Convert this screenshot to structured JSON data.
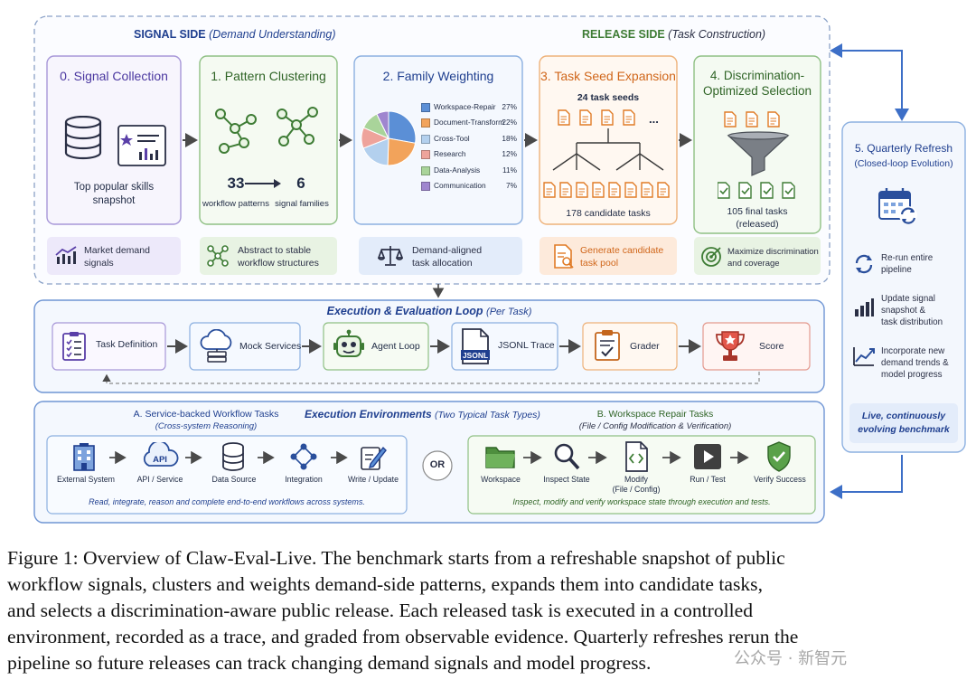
{
  "signal_side": {
    "title": "SIGNAL SIDE",
    "subtitle": "(Demand Understanding)"
  },
  "release_side": {
    "title": "RELEASE SIDE",
    "subtitle": "(Task Construction)"
  },
  "stage0": {
    "title": "0. Signal Collection",
    "caption": [
      "Top popular skills",
      "snapshot"
    ],
    "footer": [
      "Market demand",
      "signals"
    ]
  },
  "stage1": {
    "title": "1. Pattern Clustering",
    "count_a": "33",
    "count_a_label": "workflow patterns",
    "count_b": "6",
    "count_b_label": "signal families",
    "footer": [
      "Abstract to stable",
      "workflow structures"
    ]
  },
  "stage2": {
    "title": "2. Family Weighting",
    "families": [
      {
        "name": "Workspace-Repair",
        "pct": "27%",
        "value": 27,
        "color": "#5b8fd6"
      },
      {
        "name": "Document-Transform",
        "pct": "22%",
        "value": 22,
        "color": "#f2a35b"
      },
      {
        "name": "Cross-Tool",
        "pct": "18%",
        "value": 18,
        "color": "#b3d0ee"
      },
      {
        "name": "Research",
        "pct": "12%",
        "value": 12,
        "color": "#eea39b"
      },
      {
        "name": "Data-Analysis",
        "pct": "11%",
        "value": 11,
        "color": "#a9d49a"
      },
      {
        "name": "Communication",
        "pct": "7%",
        "value": 7,
        "color": "#9f86cf"
      }
    ],
    "footer": [
      "Demand-aligned",
      "task allocation"
    ]
  },
  "stage3": {
    "title": "3. Task Seed Expansion",
    "seeds": "24 task seeds",
    "ellipsis": "...",
    "candidates": "178 candidate tasks",
    "footer": [
      "Generate candidate",
      "task pool"
    ]
  },
  "stage4": {
    "title": [
      "4. Discrimination-",
      "Optimized Selection"
    ],
    "final": [
      "105 final tasks",
      "(released)"
    ],
    "footer": [
      "Maximize discrimination",
      "and coverage"
    ]
  },
  "stage5": {
    "title": [
      "5. Quarterly Refresh",
      "(Closed-loop Evolution)"
    ],
    "items": [
      {
        "icon": "refresh-icon",
        "text": [
          "Re-run entire",
          "pipeline"
        ]
      },
      {
        "icon": "bar-chart-icon",
        "text": [
          "Update signal",
          "snapshot &",
          "task distribution"
        ]
      },
      {
        "icon": "trend-line-icon",
        "text": [
          "Incorporate new",
          "demand trends &",
          "model progress"
        ]
      }
    ],
    "footer": [
      "Live, continuously",
      "evolving benchmark"
    ]
  },
  "exec_loop": {
    "title": "Execution & Evaluation Loop",
    "subtitle": "(Per Task)",
    "steps": [
      {
        "label": "Task Definition",
        "icon": "checklist-icon"
      },
      {
        "label": "Mock Services",
        "icon": "cloud-server-icon"
      },
      {
        "label": "Agent Loop",
        "icon": "robot-icon"
      },
      {
        "label": "JSONL Trace",
        "icon": "jsonl-file-icon",
        "badge": "JSONL"
      },
      {
        "label": "Grader",
        "icon": "clipboard-check-icon"
      },
      {
        "label": "Score",
        "icon": "trophy-icon"
      }
    ]
  },
  "exec_env": {
    "title": "Execution Environments",
    "subtitle": "(Two Typical Task Types)",
    "or_label": "OR",
    "group_a": {
      "title": "A. Service-backed Workflow Tasks",
      "subtitle": "(Cross-system Reasoning)",
      "steps": [
        {
          "label": "External System",
          "icon": "building-icon"
        },
        {
          "label": "API / Service",
          "icon": "api-cloud-icon",
          "badge": "API"
        },
        {
          "label": "Data Source",
          "icon": "database-icon"
        },
        {
          "label": "Integration",
          "icon": "network-icon"
        },
        {
          "label": "Write / Update",
          "icon": "pencil-icon"
        }
      ],
      "footer": "Read, integrate, reason and complete end-to-end workflows across systems."
    },
    "group_b": {
      "title": "B. Workspace Repair Tasks",
      "subtitle": "(File / Config Modification & Verification)",
      "steps": [
        {
          "label": "Workspace",
          "icon": "folder-icon"
        },
        {
          "label": "Inspect State",
          "icon": "magnifier-icon"
        },
        {
          "label": [
            "Modify",
            "(File / Config)"
          ],
          "icon": "code-file-icon"
        },
        {
          "label": "Run / Test",
          "icon": "play-icon"
        },
        {
          "label": "Verify Success",
          "icon": "shield-check-icon"
        }
      ],
      "footer": "Inspect, modify and verify workspace state through execution and tests."
    }
  },
  "caption": [
    "Figure 1: Overview of Claw-Eval-Live. The benchmark starts from a refreshable snapshot of public",
    "workflow signals, clusters and weights demand-side patterns, expands them into candidate tasks,",
    "and selects a discrimination-aware public release.  Each released task is executed in a controlled",
    "environment, recorded as a trace, and graded from observable evidence. Quarterly refreshes rerun the",
    "pipeline so future releases can track changing demand signals and model progress."
  ],
  "watermark": "公众号 · 新智元",
  "colors": {
    "purple": "#7a64c7",
    "green": "#4f9a46",
    "blue": "#3d6fc7",
    "orange": "#e88a3a",
    "navy": "#1f3f8f",
    "red": "#d24b3d"
  }
}
